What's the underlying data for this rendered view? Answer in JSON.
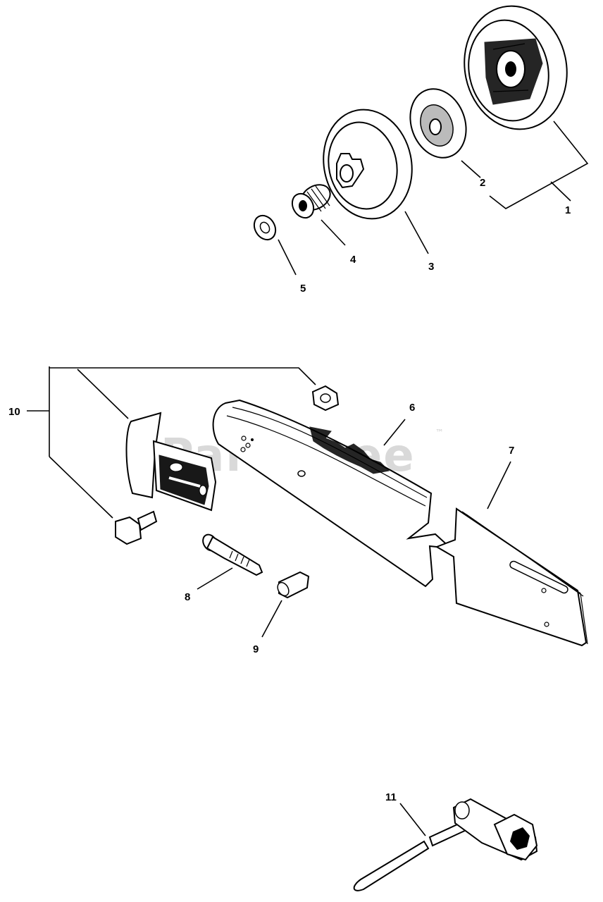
{
  "watermark": {
    "text": "PartsTree",
    "trademark": "™"
  },
  "callouts": {
    "c1": "1",
    "c2": "2",
    "c3": "3",
    "c4": "4",
    "c5": "5",
    "c6": "6",
    "c7": "7",
    "c8": "8",
    "c9": "9",
    "c10": "10",
    "c11": "11"
  }
}
